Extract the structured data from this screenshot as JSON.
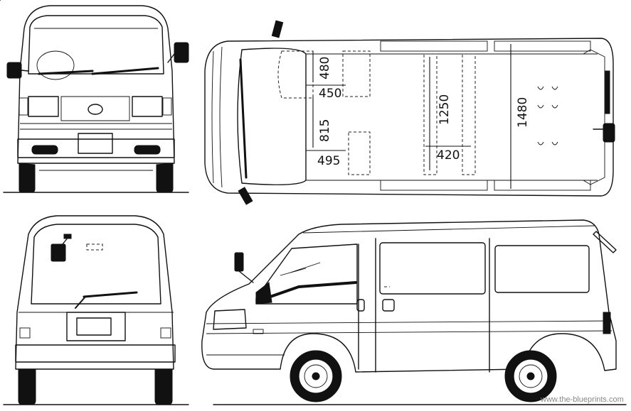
{
  "dimensions": {
    "seat_front_depth": "480",
    "seat_front_width_top": "450",
    "seat_front_length": "815",
    "seat_front_width_bottom": "495",
    "cargo_length": "1250",
    "cargo_width": "420",
    "interior_width": "1480"
  },
  "watermark": "www.the-blueprints.com",
  "colors": {
    "line": "#111111",
    "background": "#ffffff",
    "watermark": "#888888"
  }
}
